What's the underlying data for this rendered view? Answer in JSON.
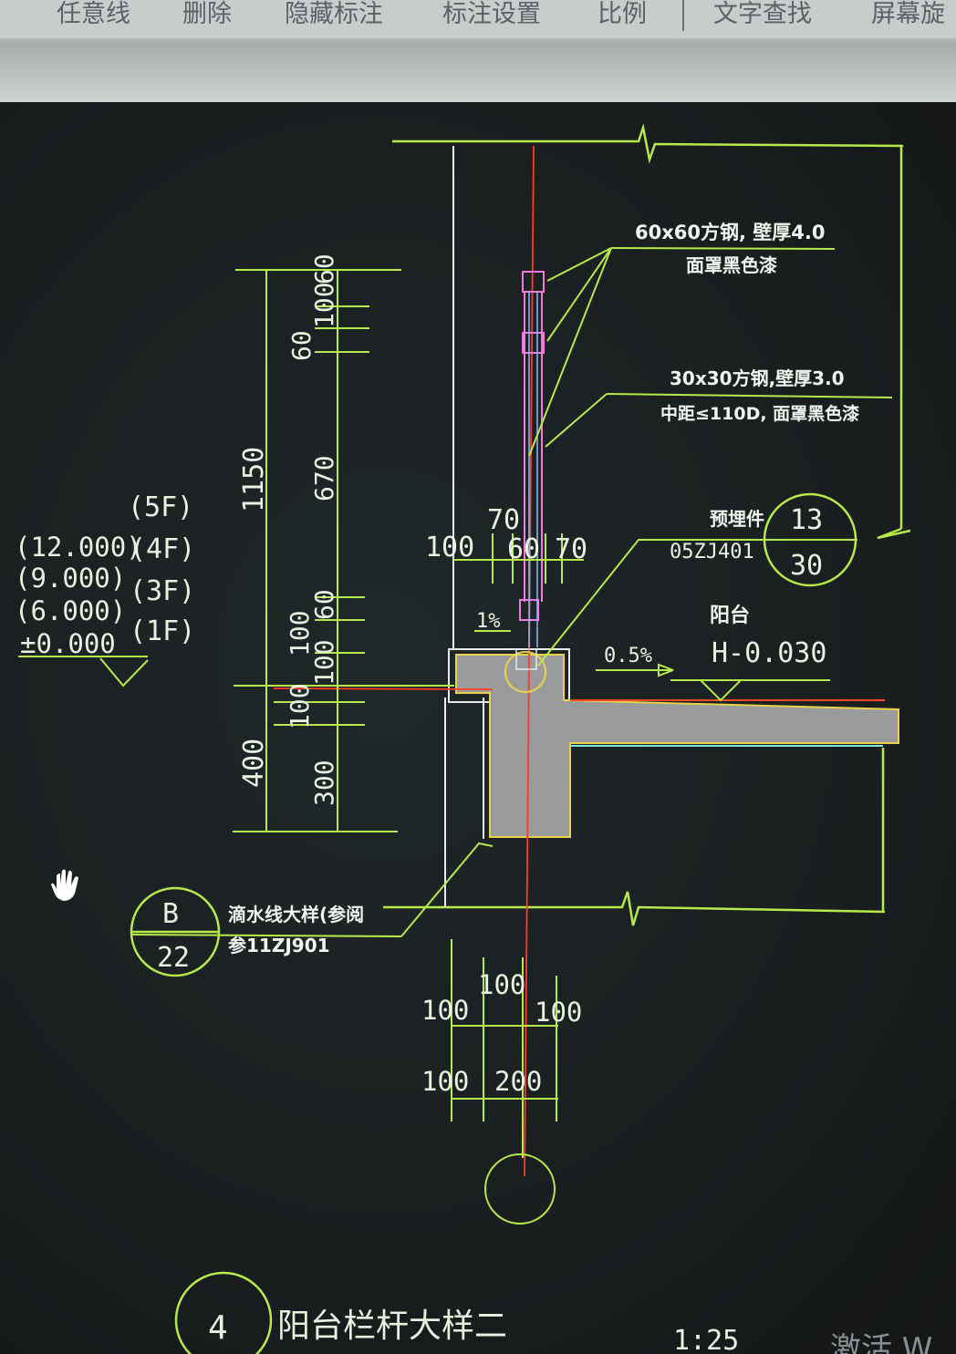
{
  "toolbar": {
    "items": [
      "任意线",
      "删除",
      "隐藏标注",
      "标注设置",
      "比例",
      "文字查找",
      "屏幕旋"
    ]
  },
  "drawing": {
    "title_number": "4",
    "title": "阳台栏杆大样二",
    "scale": "1:25",
    "floors": {
      "f5": "(5F)",
      "f4": "(4F)",
      "f3": "(3F)",
      "f1": "(1F)"
    },
    "elevations": {
      "e4": "(12.000)",
      "e3": "(9.000)",
      "e2": "(6.000)",
      "e1": "±0.000"
    },
    "dims_outer": {
      "total": "1150",
      "lower": "400"
    },
    "dims_inner": {
      "d60": "60",
      "d100": "100",
      "d60b": "60",
      "d670": "670",
      "d60c": "60",
      "d100b": "100",
      "d100c": "100",
      "d100d": "100",
      "d300": "300"
    },
    "dims_horizontal": {
      "h100": "100",
      "h70a": "70",
      "h60": "60",
      "h70b": "70"
    },
    "dims_bottom": {
      "r1_a": "100",
      "r1_b": "100",
      "r1_c": "100",
      "r2_a": "100",
      "r2_b": "200"
    },
    "notes": {
      "note1_line1": "60x60方钢, 壁厚4.0",
      "note1_line2": "面罩黑色漆",
      "note2_line1": "30x30方钢,壁厚3.0",
      "note2_line2": "中距≤110D, 面罩黑色漆",
      "embed_label": "预埋件",
      "embed_ref": "05ZJ401",
      "embed_top": "13",
      "embed_bottom": "30",
      "balcony": "阳台",
      "balcony_level": "H-0.030",
      "slope1": "1%",
      "slope2": "0.5%",
      "drip_line1": "滴水线大样(参阅",
      "drip_line2": "参11ZJ901",
      "drip_top": "B",
      "drip_bottom": "22"
    },
    "watermark": "激活 W"
  }
}
